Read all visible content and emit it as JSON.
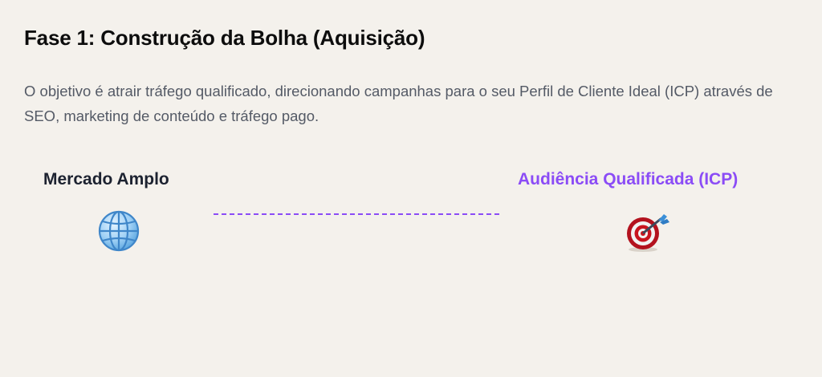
{
  "header": {
    "title": "Fase 1: Construção da Bolha (Aquisição)"
  },
  "content": {
    "description": "O objetivo é atrair tráfego qualificado, direcionando campanhas para o seu Perfil de Cliente Ideal (ICP) através de SEO, marketing de conteúdo e tráfego pago."
  },
  "diagram": {
    "source": {
      "label": "Mercado Amplo",
      "icon": "globe-icon"
    },
    "target": {
      "label": "Audiência Qualificada (ICP)",
      "icon": "target-icon"
    },
    "colors": {
      "accent": "#8b4cf6",
      "source_label": "#1c2230",
      "background": "#f4f1ec"
    }
  }
}
